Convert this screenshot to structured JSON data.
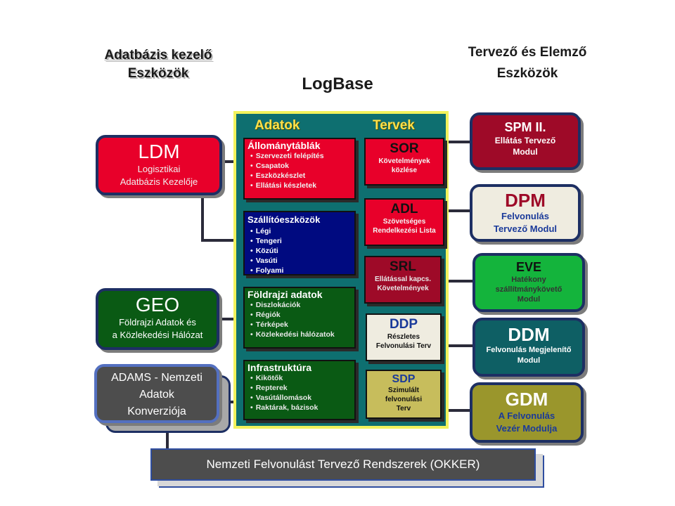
{
  "headers": {
    "left_line1": "Adatbázis kezelő",
    "left_line2": "Eszközök",
    "right_line1": "Tervező és Elemző",
    "right_line2": "Eszközök",
    "center": "LogBase"
  },
  "panel": {
    "col_data": "Adatok",
    "col_plans": "Tervek",
    "categories": [
      {
        "title": "Állománytáblák",
        "items": [
          "Szervezeti felépítés",
          "Csapatok",
          "Eszközkészlet",
          "Ellátási készletek"
        ]
      },
      {
        "title": "Szállítóeszközök",
        "items": [
          "Légi",
          "Tengeri",
          "Közúti",
          "Vasúti",
          "Folyami"
        ]
      },
      {
        "title": "Földrajzi adatok",
        "items": [
          "Diszlokációk",
          "Régiók",
          "Térképek",
          "Közlekedési hálózatok"
        ]
      },
      {
        "title": "Infrastruktúra",
        "items": [
          "Kikötők",
          "Repterek",
          "Vasútállomások",
          "Raktárak, bázisok"
        ]
      }
    ],
    "plans": [
      {
        "title": "SOR",
        "sub1": "Követelmények",
        "sub2": "közlése"
      },
      {
        "title": "ADL",
        "sub1": "Szövetséges",
        "sub2": "Rendelkezési Lista"
      },
      {
        "title": "SRL",
        "sub1": "Ellátással kapcs.",
        "sub2": "Követelmények"
      },
      {
        "title": "DDP",
        "sub1": "Részletes",
        "sub2": "Felvonulási Terv"
      },
      {
        "title": "SDP",
        "sub1": "Szimulált",
        "sub2": "felvonulási",
        "sub3": "Terv"
      }
    ]
  },
  "left_boxes": {
    "ldm": {
      "title": "LDM",
      "sub1": "Logisztikai",
      "sub2": "Adatbázis  Kezelője"
    },
    "geo": {
      "title": "GEO",
      "sub1": "Földrajzi  Adatok  és",
      "sub2": "a Közlekedési  Hálózat"
    },
    "adams": {
      "line1": "ADAMS - Nemzeti",
      "line2": "Adatok",
      "line3": "Konverziója"
    }
  },
  "right_boxes": {
    "spm": {
      "title": "SPM II.",
      "sub1": "Ellátás Tervező",
      "sub2": "Modul"
    },
    "dpm": {
      "title": "DPM",
      "sub1": "Felvonulás",
      "sub2": "Tervező  Modul"
    },
    "eve": {
      "title": "EVE",
      "sub1": "Hatékony",
      "sub2": "szállítmánykövető",
      "sub3": "Modul"
    },
    "ddm": {
      "title": "DDM",
      "sub1": "Felvonulás Megjelenítő",
      "sub2": "Modul"
    },
    "gdm": {
      "title": "GDM",
      "sub1": "A Felvonulás",
      "sub2": "Vezér Modulja"
    }
  },
  "bottom": {
    "label": "Nemzeti  Felvonulást  Tervező  Rendszerek  (OKKER)"
  },
  "colors": {
    "panel": "#0e6f70",
    "panel_border": "#f2f25c",
    "red": "#e8002a",
    "navy": "#000a80",
    "green": "#0a5a14",
    "maroon": "#9e0a28",
    "cream": "#efece0",
    "bright_green": "#14b43c",
    "teal": "#0e5f64",
    "olive": "#9a962c",
    "gray": "#4d4d4d"
  }
}
